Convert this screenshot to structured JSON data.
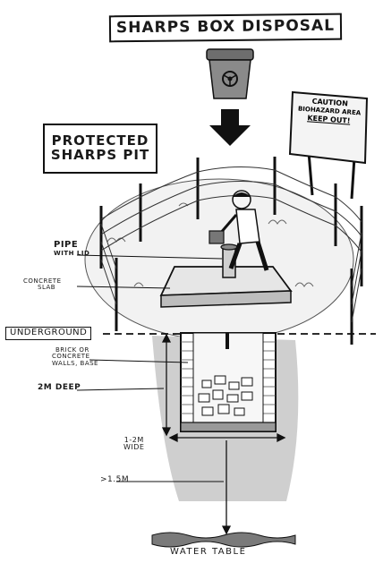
{
  "title": "SHARPS BOX DISPOSAL",
  "pit_label": [
    "PROTECTED",
    "SHARPS PIT"
  ],
  "sign": {
    "line1": "CAUTION",
    "line2": "BIOHAZARD AREA",
    "line3": "KEEP OUT!"
  },
  "labels": {
    "pipe": "PIPE",
    "pipe_sub": "WITH LID",
    "slab": [
      "CONCRETE",
      "SLAB"
    ],
    "underground": "UNDERGROUND",
    "walls": [
      "BRICK OR",
      "CONCRETE",
      "WALLS, BASE"
    ],
    "depth": "2m DEEP",
    "width": [
      "1-2m",
      "WIDE"
    ],
    "clearance": ">1.5m",
    "water_table": "WATER TABLE"
  },
  "colors": {
    "ink": "#1a1a1a",
    "bin": "#8a8a8a",
    "slab": "#e6e6e6",
    "soil": "#9a9a9a",
    "water": "#7a7a7a"
  }
}
